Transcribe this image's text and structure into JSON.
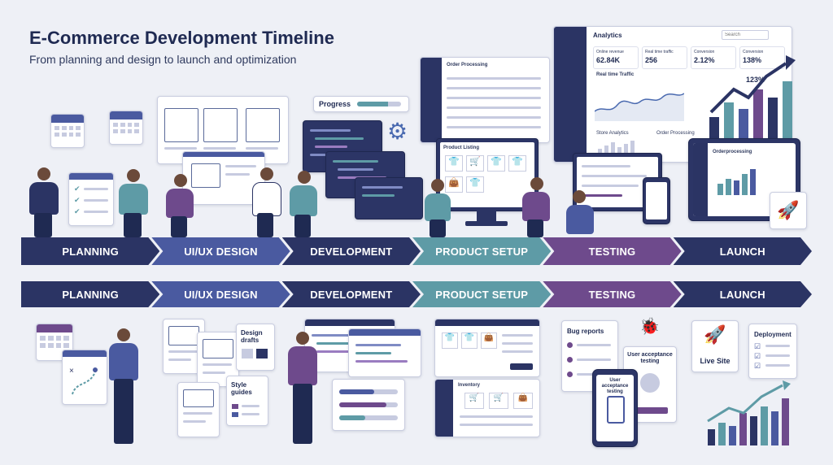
{
  "header": {
    "title": "E-Commerce Development Timeline",
    "subtitle": "From planning and design to launch and optimization"
  },
  "phases": [
    {
      "label": "PLANNING",
      "color": "#2b3464"
    },
    {
      "label": "UI/UX DESIGN",
      "color": "#4a5aa0"
    },
    {
      "label": "DEVELOPMENT",
      "color": "#2b3464"
    },
    {
      "label": "PRODUCT SETUP",
      "color": "#5e9ba6"
    },
    {
      "label": "TESTING",
      "color": "#6e4a8c"
    },
    {
      "label": "LAUNCH",
      "color": "#2b3464"
    }
  ],
  "top_scene": {
    "progress_label": "Progress",
    "order_processing_title": "Order Processing",
    "analytics": {
      "title": "Analytics",
      "search_placeholder": "Search",
      "kpis": [
        {
          "label": "Online revenue",
          "value": "62.84K"
        },
        {
          "label": "Real time traffic",
          "value": "256"
        },
        {
          "label": "Conversion",
          "value": "2.12%"
        },
        {
          "label": "Conversion",
          "value": "138%"
        }
      ],
      "traffic_title": "Real time Traffic",
      "traffic_value": "123%",
      "store_analytics": "Store Analytics",
      "order_processing": "Order Processing"
    },
    "product_listing": "Product Listing",
    "orders_processing": "Orderprocessing"
  },
  "bottom_scene": {
    "design_drafts": "Design drafts",
    "style_guides": "Style guides",
    "inventory": "Inventory",
    "bug_reports": "Bug reports",
    "uat_title": "User acceptance testing",
    "uat_phone": "User acceptance testing",
    "live_site": "Live Site",
    "deployment": "Deployment"
  },
  "colors": {
    "navy": "#2b3464",
    "indigo": "#4a5aa0",
    "teal": "#5e9ba6",
    "purple": "#6e4a8c",
    "bg": "#eef0f6"
  },
  "icons": [
    "calendar-icon",
    "gear-icon",
    "rocket-icon",
    "bug-icon",
    "cart-icon",
    "shirt-icon",
    "bag-icon",
    "check-icon",
    "trend-arrow-icon",
    "phone-icon"
  ]
}
